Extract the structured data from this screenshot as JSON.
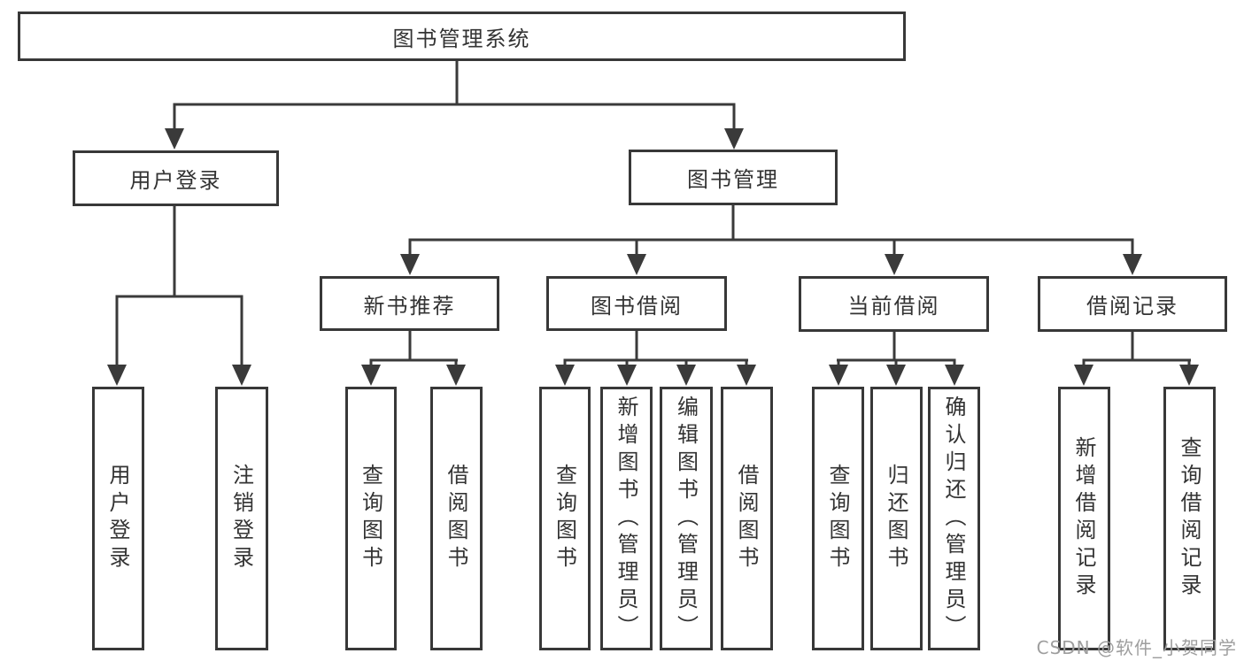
{
  "diagram_title": "图书管理系统",
  "tree": {
    "root": {
      "label": "图书管理系统"
    },
    "children": [
      {
        "label": "用户登录",
        "children": [
          {
            "label": "用户登录"
          },
          {
            "label": "注销登录"
          }
        ]
      },
      {
        "label": "图书管理",
        "children": [
          {
            "label": "新书推荐",
            "children": [
              {
                "label": "查询图书"
              },
              {
                "label": "借阅图书"
              }
            ]
          },
          {
            "label": "图书借阅",
            "children": [
              {
                "label": "查询图书"
              },
              {
                "label": "新增图书（管理员）"
              },
              {
                "label": "编辑图书（管理员）"
              },
              {
                "label": "借阅图书"
              }
            ]
          },
          {
            "label": "当前借阅",
            "children": [
              {
                "label": "查询图书"
              },
              {
                "label": "归还图书"
              },
              {
                "label": "确认归还（管理员）"
              }
            ]
          },
          {
            "label": "借阅记录",
            "children": [
              {
                "label": "新增借阅记录"
              },
              {
                "label": "查询借阅记录"
              }
            ]
          }
        ]
      }
    ]
  },
  "watermark": {
    "text": "CSDN @软件_小贺同学"
  },
  "colors": {
    "line": "#3a3a3a",
    "box_border": "#383838",
    "text": "#333333",
    "watermark": "#9e9e9e",
    "background": "#ffffff"
  }
}
